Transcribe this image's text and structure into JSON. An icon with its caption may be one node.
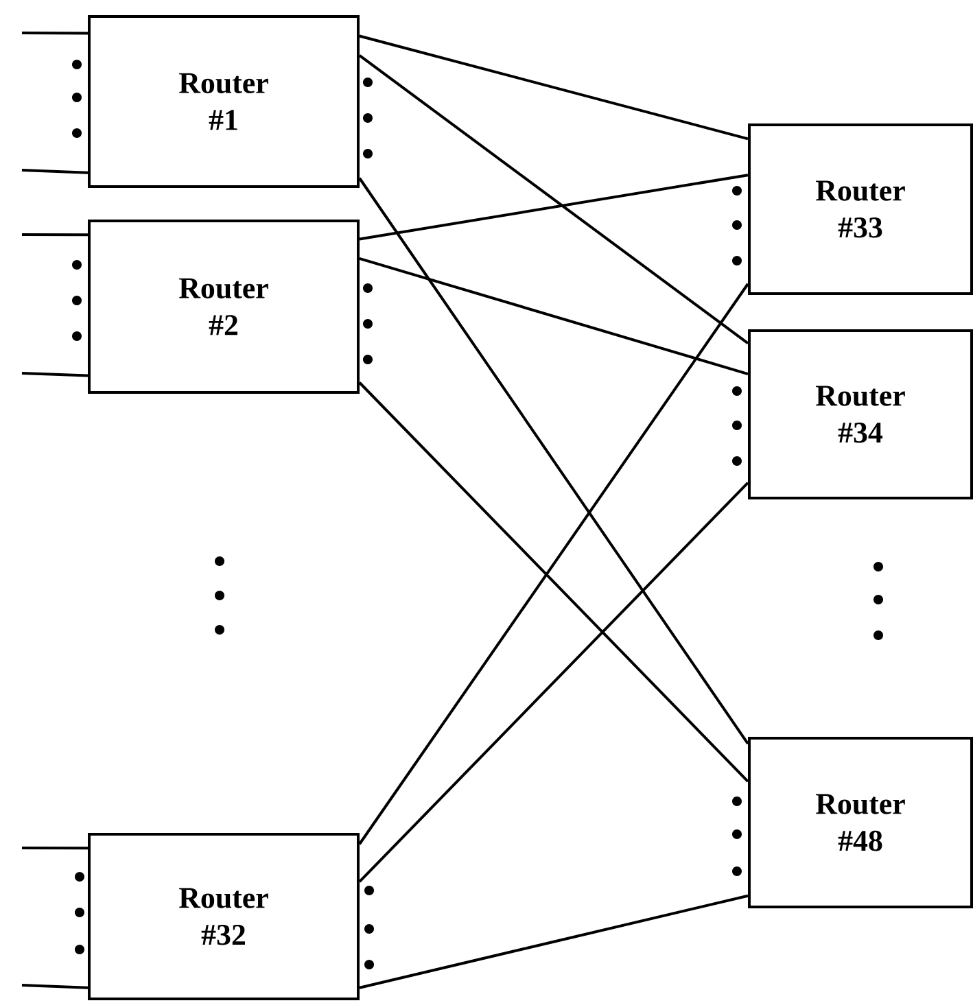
{
  "diagram": {
    "nodes": [
      {
        "text": [
          "Router #1"
        ]
      },
      {
        "text": [
          "Router #2"
        ]
      },
      {
        "text": [
          "Router #32"
        ]
      },
      {
        "text": [
          "Router #33"
        ]
      },
      {
        "text": [
          "Router #34"
        ]
      },
      {
        "text": [
          "Router #48"
        ]
      }
    ],
    "edges": [
      {
        "from": null,
        "to": 0,
        "arrow": "none"
      },
      {
        "from": null,
        "to": 0,
        "arrow": "none"
      },
      {
        "from": null,
        "to": 1,
        "arrow": "none"
      },
      {
        "from": null,
        "to": 1,
        "arrow": "none"
      },
      {
        "from": null,
        "to": 2,
        "arrow": "none"
      },
      {
        "from": null,
        "to": 2,
        "arrow": "none"
      },
      {
        "from": 0,
        "to": 3,
        "arrow": "none"
      },
      {
        "from": 0,
        "to": 4,
        "arrow": "none"
      },
      {
        "from": 0,
        "to": 5,
        "arrow": "none"
      },
      {
        "from": 1,
        "to": 3,
        "arrow": "none"
      },
      {
        "from": 1,
        "to": 4,
        "arrow": "none"
      },
      {
        "from": 1,
        "to": 5,
        "arrow": "none"
      },
      {
        "from": 2,
        "to": 3,
        "arrow": "none"
      },
      {
        "from": 2,
        "to": 4,
        "arrow": "none"
      },
      {
        "from": 2,
        "to": 5,
        "arrow": "none"
      }
    ]
  }
}
